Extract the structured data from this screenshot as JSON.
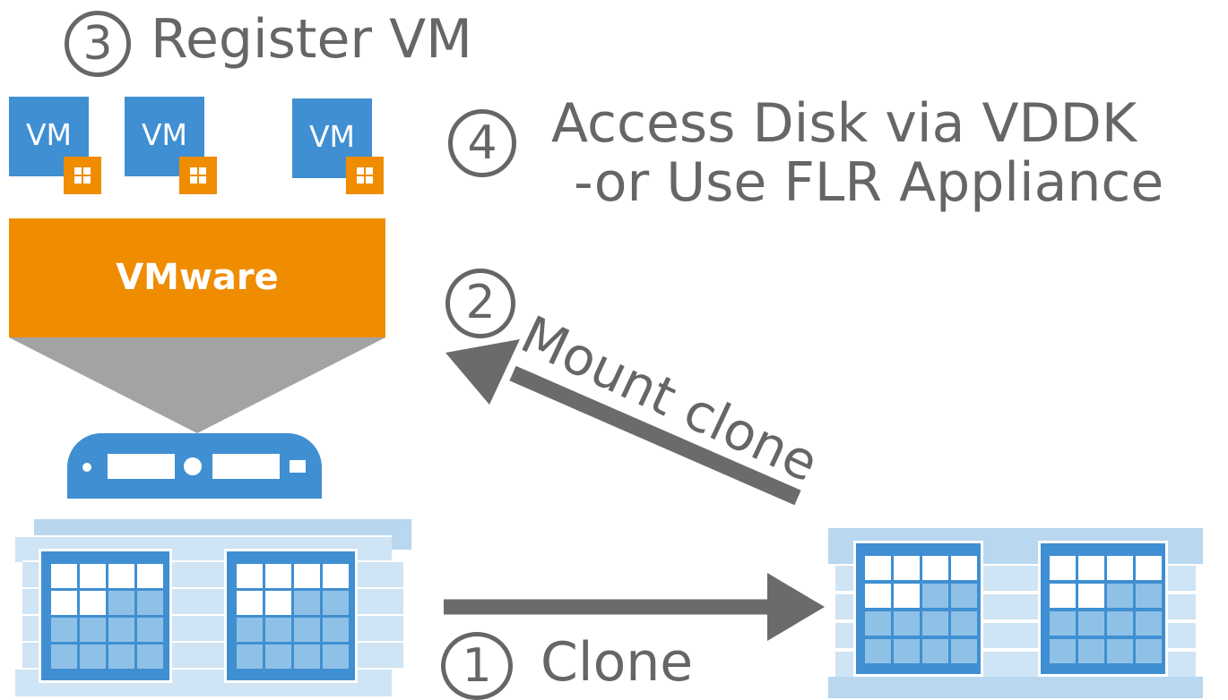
{
  "steps": {
    "register": {
      "number": "3",
      "label": "Register VM"
    },
    "access": {
      "number": "4",
      "line1": "Access Disk via VDDK",
      "line2": "-or Use FLR Appliance"
    },
    "mount": {
      "number": "2",
      "label": "Mount clone"
    },
    "clone": {
      "number": "1",
      "label": "Clone"
    }
  },
  "vms": [
    {
      "label": "VM"
    },
    {
      "label": "VM"
    },
    {
      "label": "VM"
    }
  ],
  "hypervisor": {
    "label": "VMware"
  },
  "colors": {
    "vm_blue": "#3f8fd2",
    "windows_orange": "#ef8c00",
    "vmware_orange": "#ef8c00",
    "arrow_gray": "#6b6b6b",
    "storage_light": "#b9d7ee",
    "text_gray": "#666666"
  },
  "icons": {
    "vm": "vm-icon",
    "windows": "windows-logo-icon",
    "server": "server-icon",
    "storage": "storage-array-icon"
  }
}
